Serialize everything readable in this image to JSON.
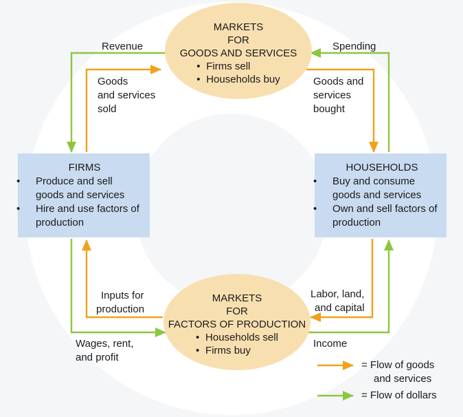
{
  "markets_goods": {
    "title_lines": [
      "MARKETS",
      "FOR",
      "GOODS AND SERVICES"
    ],
    "bullets": [
      "Firms sell",
      "Households buy"
    ]
  },
  "markets_factors": {
    "title_lines": [
      "MARKETS",
      "FOR",
      "FACTORS OF PRODUCTION"
    ],
    "bullets": [
      "Households sell",
      "Firms buy"
    ]
  },
  "firms": {
    "title": "FIRMS",
    "bullets": [
      "Produce and sell goods and services",
      "Hire and use factors of production"
    ]
  },
  "households": {
    "title": "HOUSEHOLDS",
    "bullets": [
      "Buy and consume goods and services",
      "Own and sell factors of production"
    ]
  },
  "flows": {
    "revenue": "Revenue",
    "goods_sold": [
      "Goods",
      "and services",
      "sold"
    ],
    "spending": "Spending",
    "goods_bought": [
      "Goods and",
      "services",
      "bought"
    ],
    "inputs": [
      "Inputs for",
      "production"
    ],
    "wages": [
      "Wages, rent,",
      "and profit"
    ],
    "labor": [
      "Labor, land,",
      "and capital"
    ],
    "income": "Income"
  },
  "legend": {
    "goods": [
      "= Flow of goods",
      "and services"
    ],
    "dollars": "= Flow of dollars"
  },
  "colors": {
    "goods_flow": "#f0a21a",
    "dollar_flow": "#8cc63f",
    "ellipse_fill": "#f8dfb0",
    "box_fill": "#c9dbf0"
  }
}
